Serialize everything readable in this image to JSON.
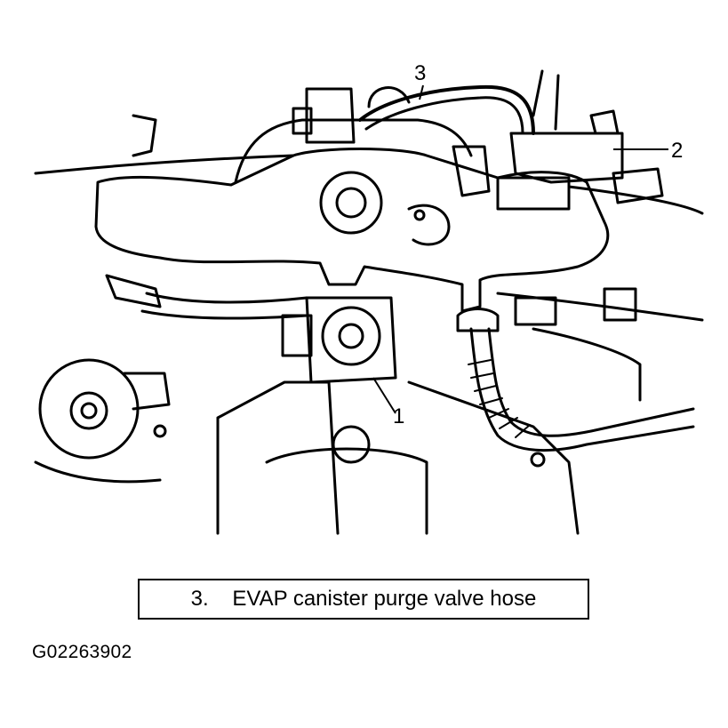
{
  "callouts": {
    "c1": "1",
    "c2": "2",
    "c3": "3"
  },
  "legend": {
    "number": "3.",
    "text": "EVAP canister purge valve hose"
  },
  "figure_id": "G02263902"
}
